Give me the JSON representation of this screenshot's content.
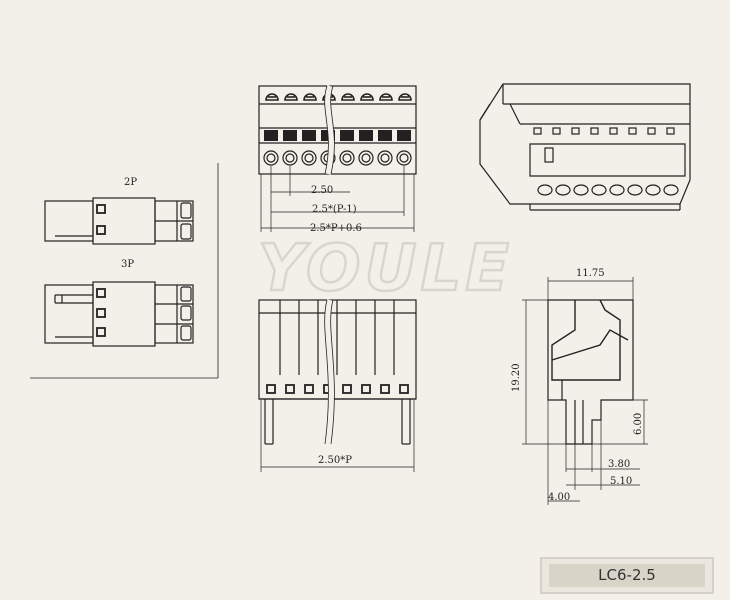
{
  "watermark": "YOULE",
  "model": "LC6-2.5",
  "side_views": {
    "label_2p": "2P",
    "label_3p": "3P"
  },
  "front_dims": {
    "pitch": "2.50",
    "span": "2.5*(P-1)",
    "overall": "2.5*P+0.6"
  },
  "bottom_dims": {
    "width": "2.50*P"
  },
  "profile_dims": {
    "width": "11.75",
    "height": "19.20",
    "pin": "6.00",
    "d1": "3.80",
    "d2": "5.10",
    "d3": "4.00"
  }
}
